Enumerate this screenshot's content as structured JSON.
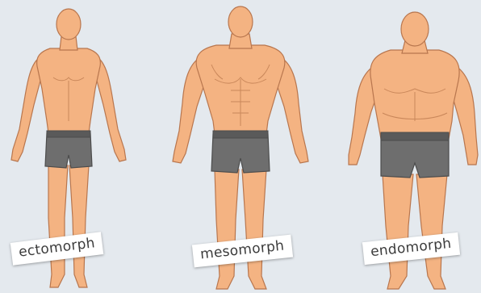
{
  "figures": [
    {
      "id": "ectomorph",
      "label": "ectomorph"
    },
    {
      "id": "mesomorph",
      "label": "mesomorph"
    },
    {
      "id": "endomorph",
      "label": "endomorph"
    }
  ],
  "colors": {
    "background": "#e4e9ee",
    "skin": "#f4b382",
    "skin_shadow": "#e29b6a",
    "outline": "#b8764e",
    "shorts": "#6e6e6e",
    "shorts_band": "#5a5a5a",
    "label_bg": "#ffffff",
    "label_text": "#3b3b3b"
  }
}
